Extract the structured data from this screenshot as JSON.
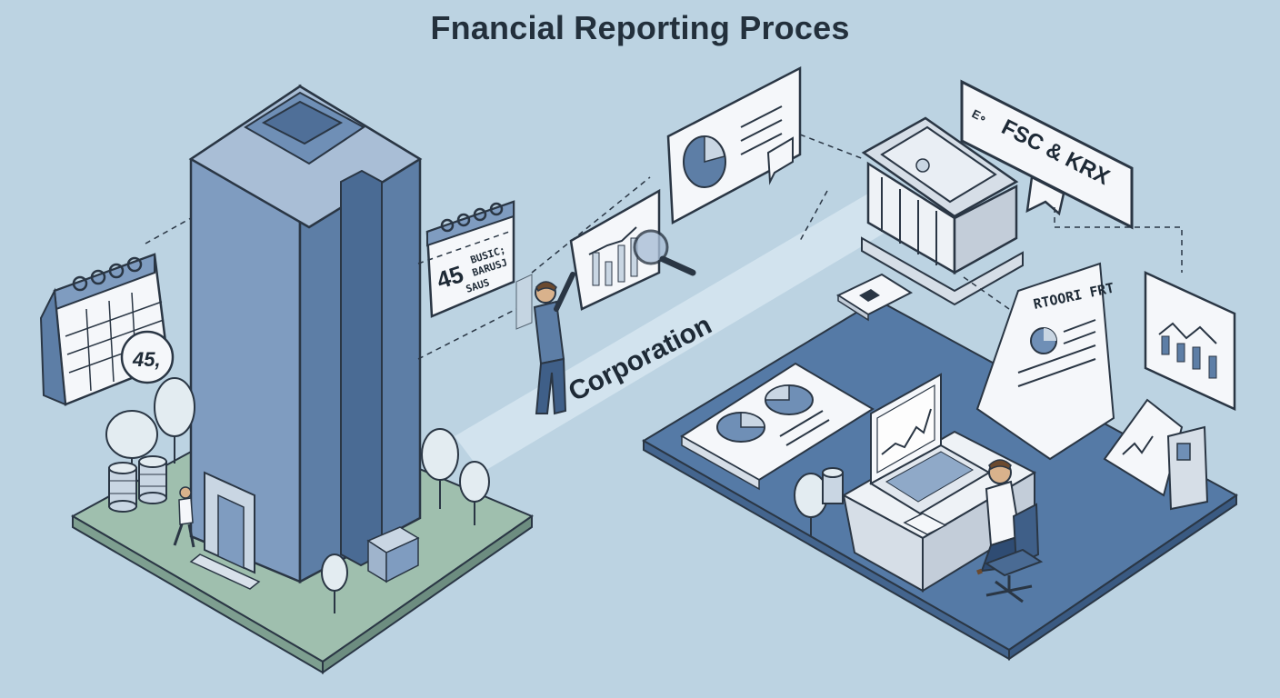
{
  "title": "Fnancial Reporting Proces",
  "labels": {
    "corporation": "Corporation",
    "regulator_banner": "FSC & KRX",
    "regulator_banner_prefix": "E∘",
    "deadline_left": "45,",
    "deadline_mid": "45",
    "deadline_mid_text_1": "BUSIC;",
    "deadline_mid_text_2": "BARUSJ",
    "deadline_mid_text_3": "SAUS",
    "report_doc_title": "RTOORI FRT"
  },
  "colors": {
    "background": "#bcd3e2",
    "ink": "#2a3644",
    "building": "#5d7ea6",
    "glass": "#8fa9c8",
    "ground_left": "#9fbfae",
    "ground_right": "#557aa6",
    "paper": "#f5f7fa"
  },
  "icons": [
    "calendar-icon",
    "magnifier-icon",
    "pie-chart-icon",
    "bar-chart-icon",
    "line-chart-icon",
    "coin-stack-icon",
    "tree-icon",
    "laptop-icon",
    "office-chair-icon",
    "clipboard-icon",
    "government-building-icon"
  ]
}
